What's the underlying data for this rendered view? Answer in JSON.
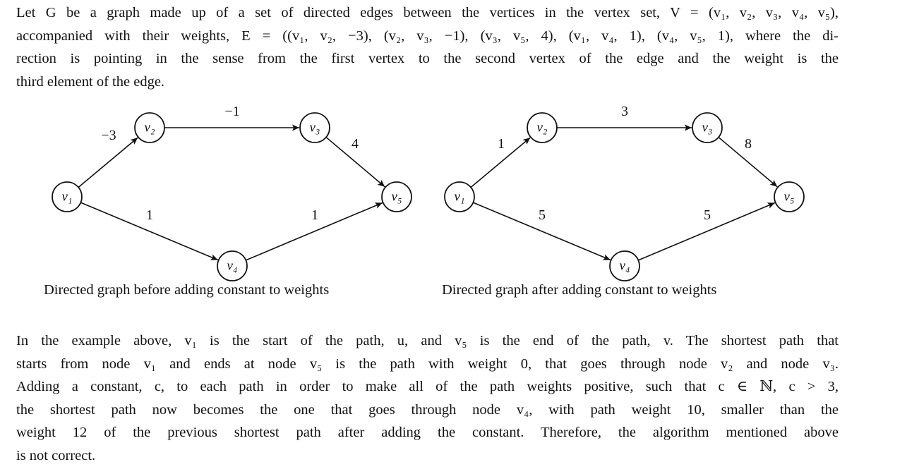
{
  "intro_lines": [
    "Let G be a graph made up of a set of directed edges between the vertices in the vertex set, V = (v₁, v₂, v₃, v₄, v₅),",
    "accompanied with their weights, E = ((v₁, v₂, −3), (v₂, v₃, −1), (v₃, v₅, 4), (v₁, v₄, 1), (v₄, v₅, 1), where the di-",
    "rection is pointing in the sense from the first vertex to the second vertex of the edge and the weight is the",
    "third element of the edge."
  ],
  "graph_before": {
    "caption": "Directed graph before adding constant to weights",
    "nodes": [
      "v₁",
      "v₂",
      "v₃",
      "v₄",
      "v₅"
    ],
    "edges": [
      {
        "from": "v₁",
        "to": "v₂",
        "weight": "−3"
      },
      {
        "from": "v₂",
        "to": "v₃",
        "weight": "−1"
      },
      {
        "from": "v₃",
        "to": "v₅",
        "weight": "4"
      },
      {
        "from": "v₁",
        "to": "v₄",
        "weight": "1"
      },
      {
        "from": "v₄",
        "to": "v₅",
        "weight": "1"
      }
    ]
  },
  "graph_after": {
    "caption": "Directed graph after adding constant to weights",
    "nodes": [
      "v₁",
      "v₂",
      "v₃",
      "v₄",
      "v₅"
    ],
    "edges": [
      {
        "from": "v₁",
        "to": "v₂",
        "weight": "1"
      },
      {
        "from": "v₂",
        "to": "v₃",
        "weight": "3"
      },
      {
        "from": "v₃",
        "to": "v₅",
        "weight": "8"
      },
      {
        "from": "v₁",
        "to": "v₄",
        "weight": "5"
      },
      {
        "from": "v₄",
        "to": "v₅",
        "weight": "5"
      }
    ]
  },
  "conclusion_lines": [
    "In the example above, v₁ is the start of the path, u, and v₅ is the end of the path, v. The shortest path that",
    "starts from node v₁ and ends at node v₅ is the path with weight 0, that goes through node v₂ and node v₃.",
    "Adding a constant, c, to each path in order to make all of the path weights positive, such that c ∈ ℕ, c > 3,",
    "the shortest path now becomes the one that goes through node v₄, with path weight 10, smaller than the",
    "weight 12 of the previous shortest path after adding the constant. Therefore, the algorithm mentioned above",
    "is not correct."
  ]
}
